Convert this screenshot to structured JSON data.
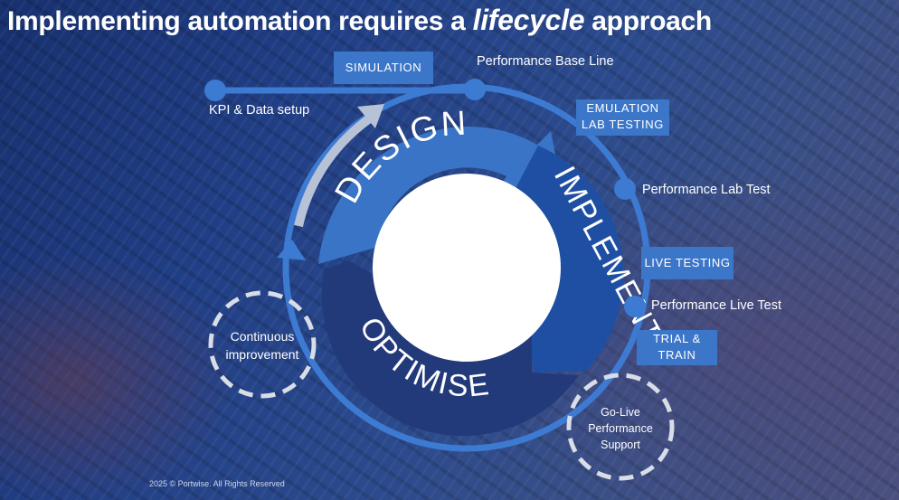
{
  "slide": {
    "title_prefix": "Implementing automation requires a",
    "title_emphasis": "lifecycle",
    "title_suffix": "approach",
    "copyright": "2025 © Portwise. All Rights Reserved"
  },
  "cycle": {
    "design": "DESIGN",
    "implement": "IMPLEMENT",
    "optimise": "OPTIMISE"
  },
  "stages": {
    "simulation": "SIMULATION",
    "emulation_line1": "EMULATION",
    "emulation_line2": "LAB TESTING",
    "live_testing": "LIVE TESTING",
    "trial_line1": "TRIAL &",
    "trial_line2": "TRAIN"
  },
  "milestones": {
    "kpi": "KPI & Data setup",
    "baseline": "Performance Base Line",
    "lab_test": "Performance Lab Test",
    "live_test": "Performance Live Test"
  },
  "loops": {
    "continuous_line1": "Continuous",
    "continuous_line2": "improvement",
    "golive_line1": "Go-Live",
    "golive_line2": "Performance",
    "golive_line3": "Support"
  },
  "colors": {
    "accent": "#3b76c9",
    "ring_design": "#3a74c6",
    "ring_implement": "#1f4fa3",
    "ring_optimise": "#233a7a",
    "line": "#3d7ad2",
    "dashed": "#d8dde8"
  }
}
